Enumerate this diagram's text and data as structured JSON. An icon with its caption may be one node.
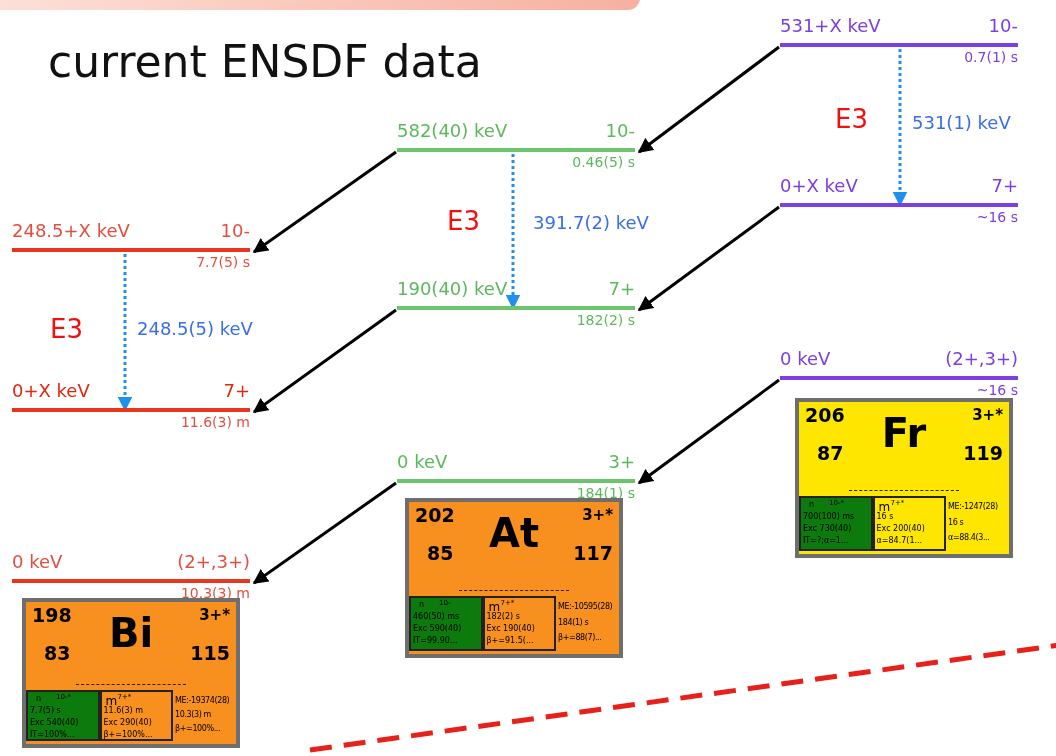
{
  "diagram": {
    "title": "current ENSDF data",
    "nodes": [
      {
        "text": [
          "531+X keV",
          "10-"
        ],
        "beside": [
          "0.7(1) s"
        ]
      },
      {
        "text": [
          "0+X keV",
          "7+"
        ],
        "beside": [
          "~16 s"
        ]
      },
      {
        "text": [
          "0 keV",
          "(2+,3+)"
        ],
        "beside": [
          "~16 s"
        ]
      },
      {
        "text": [
          "582(40) keV",
          "10-"
        ],
        "beside": [
          "0.46(5) s"
        ]
      },
      {
        "text": [
          "190(40) keV",
          "7+"
        ],
        "beside": [
          "182(2) s"
        ]
      },
      {
        "text": [
          "0 keV",
          "3+"
        ],
        "beside": [
          "184(1) s"
        ]
      },
      {
        "text": [
          "248.5+X keV",
          "10-"
        ],
        "beside": [
          "7.7(5) s"
        ]
      },
      {
        "text": [
          "0+X keV",
          "7+"
        ],
        "beside": [
          "11.6(3) m"
        ]
      },
      {
        "text": [
          "0 keV",
          "(2+,3+)"
        ],
        "beside": [
          "10.3(3) m"
        ]
      },
      {
        "text": [
          "198",
          "3+*",
          "Bi",
          "83",
          "115",
          "ME:-19374(28)",
          "10.3(3) m",
          "β+=100%..."
        ]
      },
      {
        "text": [
          "n",
          "10-*",
          "7.7(5) s",
          "Exc 540(40)",
          "IT=100%..."
        ],
        "in": 9
      },
      {
        "text": [
          "m",
          "7+*",
          "11.6(3) m",
          "Exc 290(40)",
          "β+=100%..."
        ],
        "in": 9
      },
      {
        "text": [
          "202",
          "3+*",
          "At",
          "85",
          "117",
          "ME:-10595(28)",
          "184(1) s",
          "β+=88(7)..."
        ]
      },
      {
        "text": [
          "n",
          "10-",
          "460(50) ms",
          "Exc 590(40)",
          "IT=99.90..."
        ],
        "in": 12
      },
      {
        "text": [
          "m",
          "7+*",
          "182(2) s",
          "Exc 190(40)",
          "β+=91.5(..."
        ],
        "in": 12
      },
      {
        "text": [
          "206",
          "3+*",
          "Fr",
          "87",
          "119",
          "ME:-1247(28)",
          "16 s",
          "α=88.4(3..."
        ]
      },
      {
        "text": [
          "n",
          "10-*",
          "700(100) ms",
          "Exc 730(40)",
          "IT=?;α=1..."
        ],
        "in": 15
      },
      {
        "text": [
          "m",
          "7+*",
          "16 s",
          "Exc 200(40)",
          "α=84.7(1..."
        ],
        "in": 15
      }
    ],
    "edges": [
      {
        "from": 0,
        "to": 3,
        "arrow": "to"
      },
      {
        "from": 0,
        "to": 1,
        "arrow": "to",
        "label": "531(1) keV",
        "style": "dashed",
        "color": "#1e90f0"
      },
      {
        "from": 3,
        "to": 6,
        "arrow": "to"
      },
      {
        "from": 3,
        "to": 4,
        "arrow": "to",
        "label": "391.7(2) keV",
        "style": "dashed",
        "color": "#1e90f0"
      },
      {
        "from": 1,
        "to": 4,
        "arrow": "to"
      },
      {
        "from": 6,
        "to": 7,
        "arrow": "to",
        "label": "248.5(5) keV",
        "style": "dashed",
        "color": "#1e90f0"
      },
      {
        "from": 4,
        "to": 7,
        "arrow": "to"
      },
      {
        "from": 2,
        "to": 5,
        "arrow": "to"
      },
      {
        "from": 5,
        "to": 8,
        "arrow": "to"
      }
    ],
    "labels": [
      "E3",
      "E3",
      "E3"
    ]
  }
}
